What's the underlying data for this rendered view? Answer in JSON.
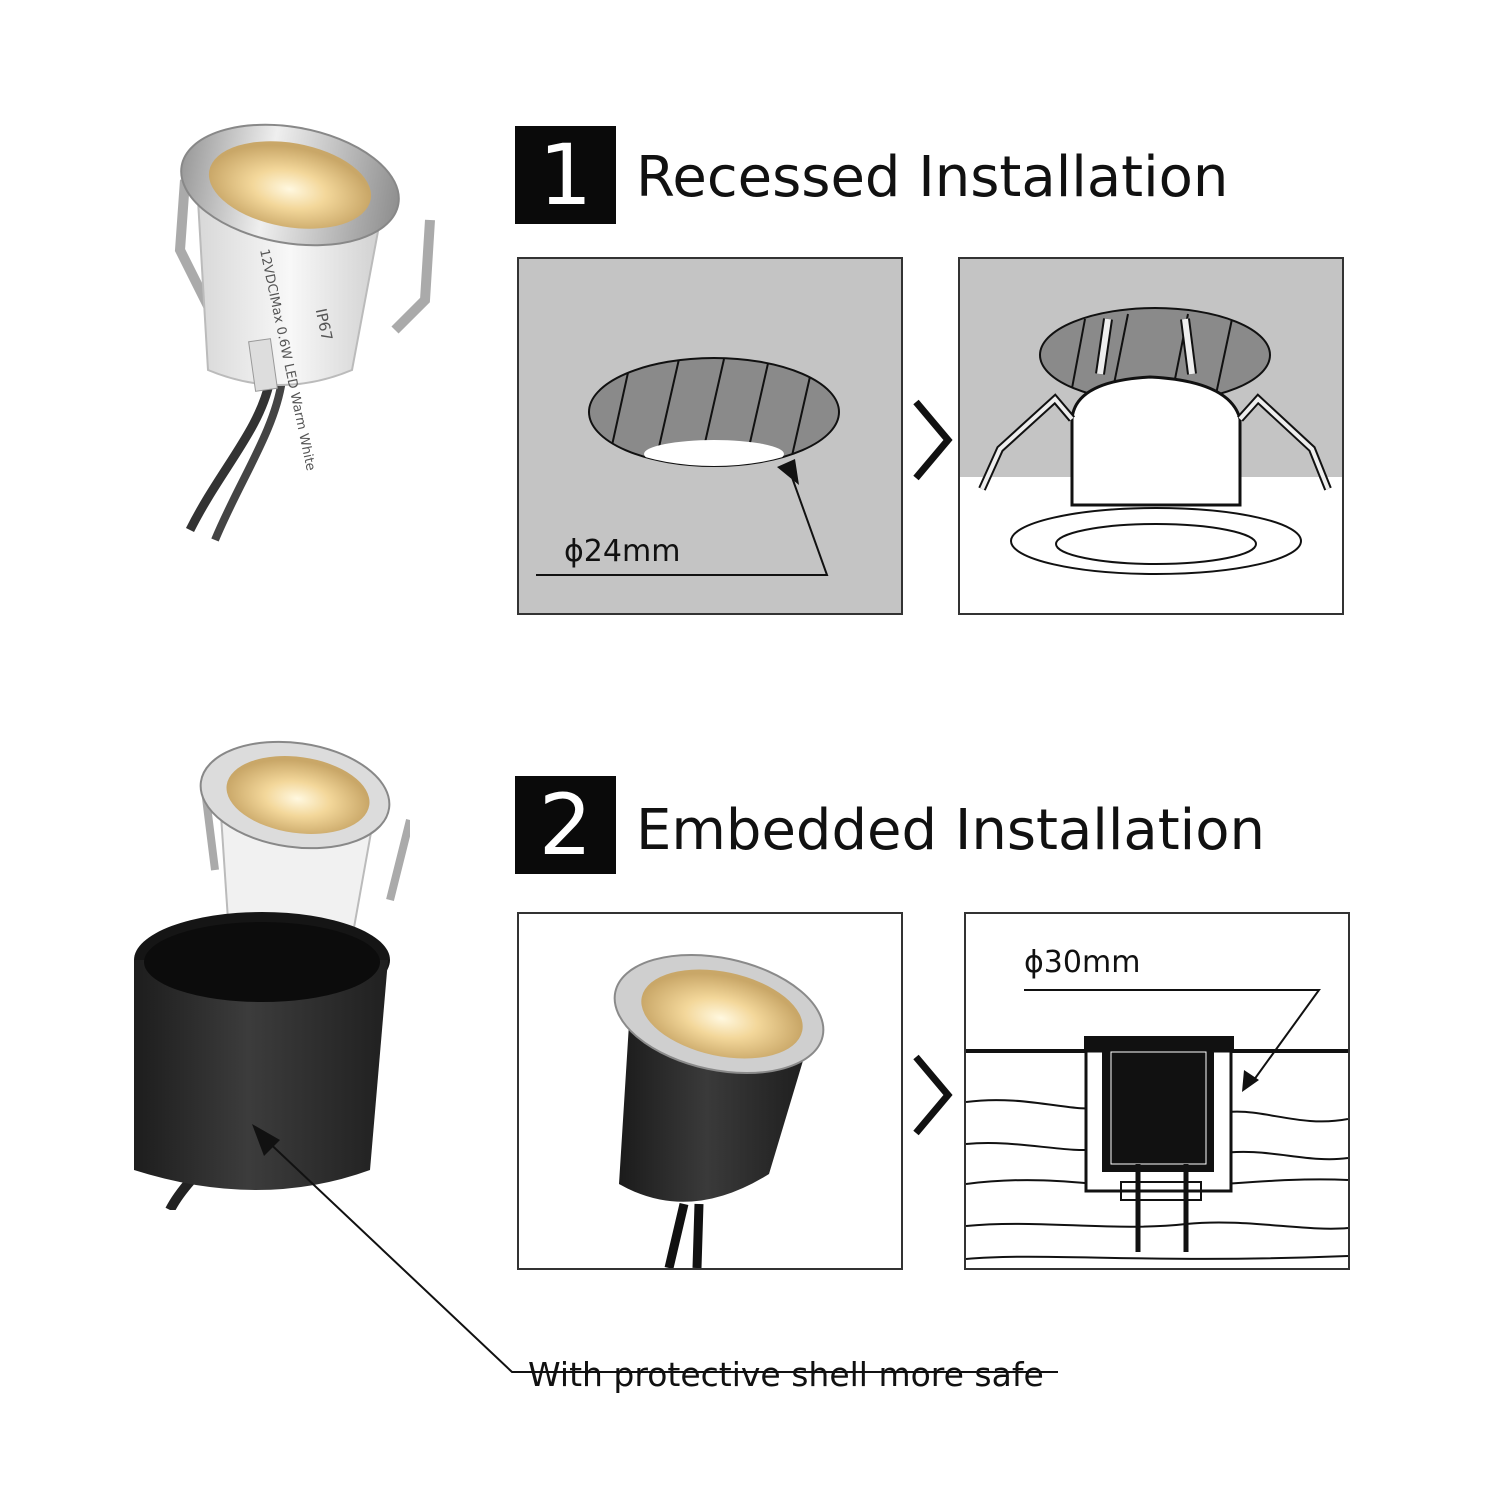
{
  "section1": {
    "number": "1",
    "title": "Recessed Installation",
    "hole_label": "ϕ24mm"
  },
  "section2": {
    "number": "2",
    "title": "Embedded Installation",
    "hole_label": "ϕ30mm"
  },
  "product_print": {
    "line1": "12VDCIMax  0.6W LED Warm White",
    "rating": "IP67"
  },
  "caption": "With protective shell more safe",
  "colors": {
    "panel_gray": "#c4c4c4",
    "hole_gray": "#8a8a8a",
    "shell_black": "#2b2b2b",
    "led_warm": "#f3d79a"
  }
}
